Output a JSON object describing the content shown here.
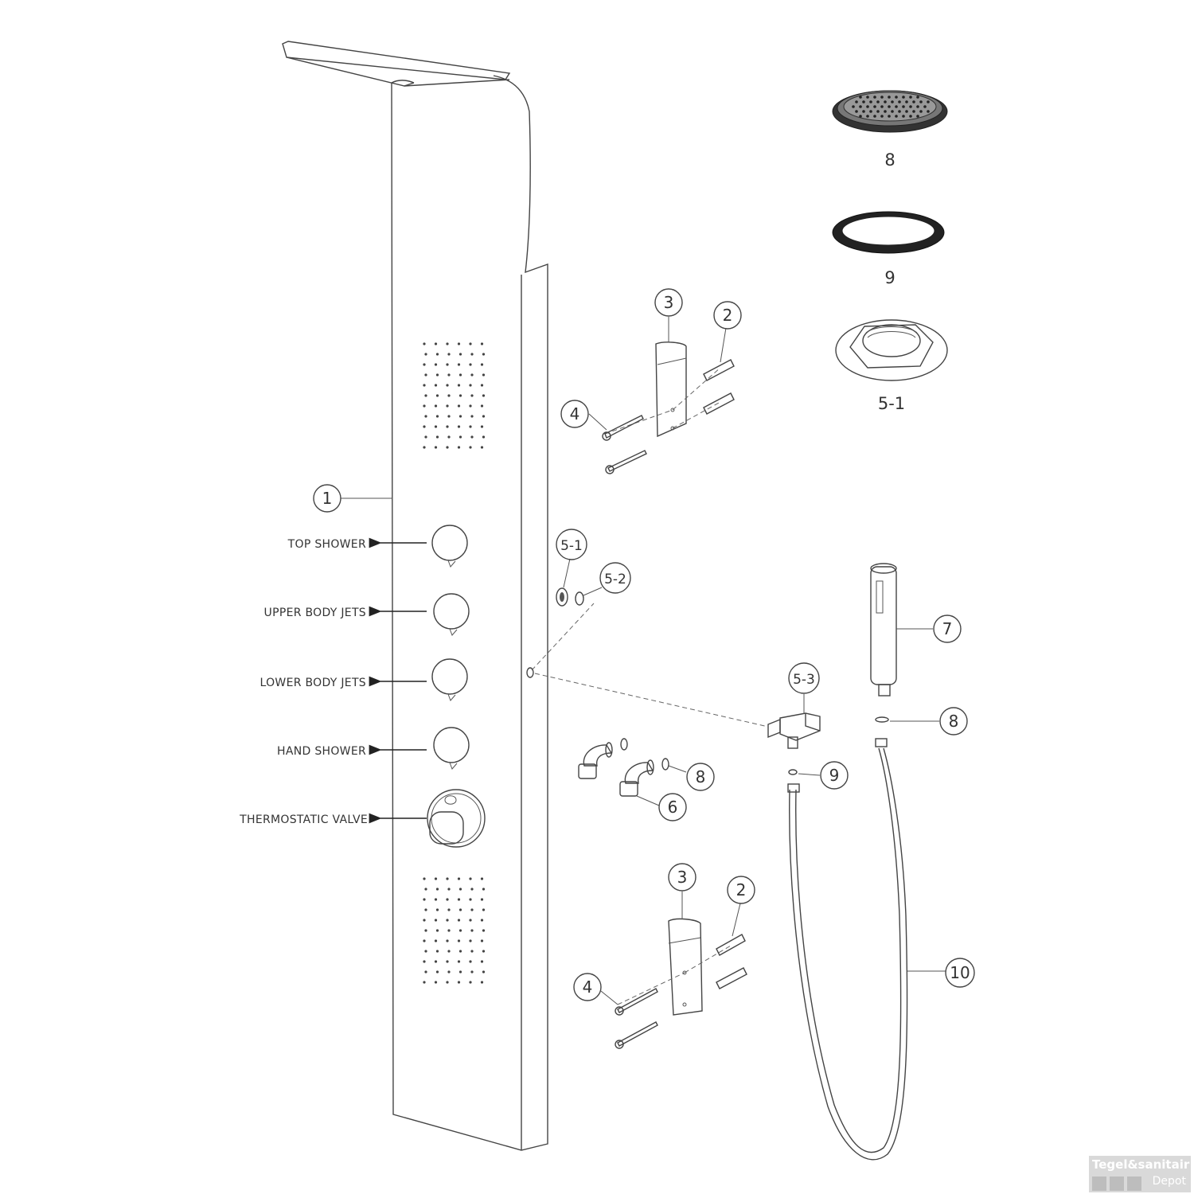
{
  "callouts": {
    "c1": "1",
    "c2_top": "2",
    "c3_top": "3",
    "c4_top": "4",
    "c2_bottom": "2",
    "c3_bottom": "3",
    "c4_bottom": "4",
    "c5_1": "5-1",
    "c5_2": "5-2",
    "c5_3": "5-3",
    "c6": "6",
    "c7": "7",
    "c8_elbow": "8",
    "c8_hand": "8",
    "c9_holder": "9",
    "c10": "10"
  },
  "inset_labels": {
    "cover": "8",
    "gasket": "9",
    "nut": "5-1"
  },
  "controls": [
    {
      "label": "TOP  SHOWER"
    },
    {
      "label": "UPPER BODY JETS"
    },
    {
      "label": "LOWER BODY JETS"
    },
    {
      "label": "HAND  SHOWER"
    },
    {
      "label": "THERMOSTATIC VALVE"
    }
  ],
  "watermark": {
    "brand": "Tegel&sanitair",
    "sub": "Depot"
  }
}
